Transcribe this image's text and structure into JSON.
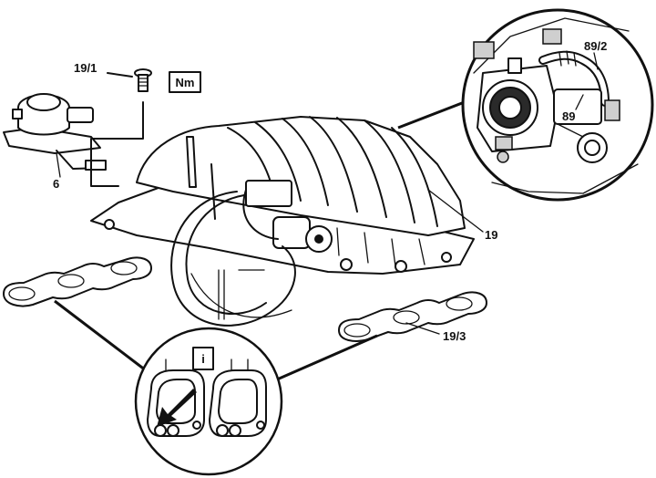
{
  "labels": {
    "screw": "19/1",
    "torque_symbol": "Nm",
    "sensor": "6",
    "manifold": "19",
    "gasket": "19/3",
    "hose": "89/2",
    "throttle_body": "89",
    "info_symbol": "i"
  }
}
